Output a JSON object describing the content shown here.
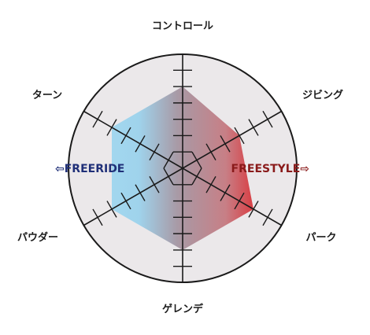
{
  "axis_labels": {
    "top": "コントロール",
    "top_right": "ジビング",
    "bottom_right": "パーク",
    "bottom": "ゲレンデ",
    "bottom_left": "パウダー",
    "top_left": "ターン"
  },
  "side_labels": {
    "left": "⇦FREERIDE",
    "right": "FREESTYLE⇨"
  },
  "colors": {
    "circle_fill": "#ebe8ea",
    "freeride": "#1f2f78",
    "freestyle": "#8a1a1a",
    "blue_fill": "#9fd6ee",
    "red_fill": "#e12a2e",
    "mid_fill": "#a49aa8"
  },
  "chart_data": {
    "type": "radar",
    "axes": [
      "コントロール",
      "ジビング",
      "パーク",
      "ゲレンデ",
      "パウダー",
      "ターン"
    ],
    "max": 6,
    "values": [
      5,
      4,
      5,
      5,
      5,
      5
    ]
  }
}
